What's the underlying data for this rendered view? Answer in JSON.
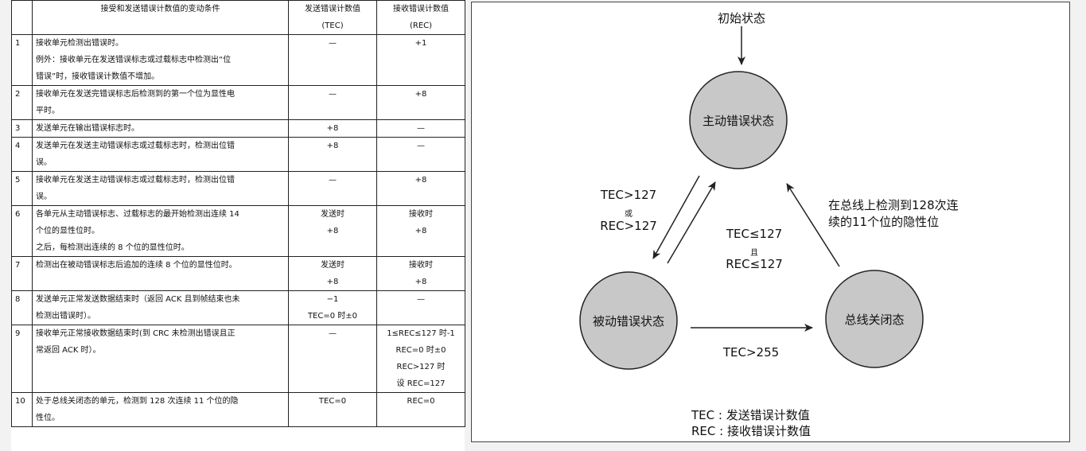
{
  "table": {
    "headers": {
      "condition": "接受和发送错误计数值的变动条件",
      "tec_line1": "发送错误计数值",
      "tec_line2": "(TEC)",
      "rec_line1": "接收错误计数值",
      "rec_line2": "(REC)"
    },
    "rows": [
      {
        "num": "1",
        "cond": [
          "接收单元检测出错误时。",
          "例外：接收单元在发送错误标志或过载标志中检测出“位",
          "错误”时，接收错误计数值不增加。"
        ],
        "tec": [
          "—"
        ],
        "rec": [
          "+1"
        ]
      },
      {
        "num": "2",
        "cond": [
          "接收单元在发送完错误标志后检测到的第一个位为显性电",
          "平时。"
        ],
        "tec": [
          "—"
        ],
        "rec": [
          "+8"
        ]
      },
      {
        "num": "3",
        "cond": [
          "发送单元在输出错误标志时。"
        ],
        "tec": [
          "+8"
        ],
        "rec": [
          "—"
        ]
      },
      {
        "num": "4",
        "cond": [
          "发送单元在发送主动错误标志或过载标志时，检测出位错",
          "误。"
        ],
        "tec": [
          "+8"
        ],
        "rec": [
          "—"
        ]
      },
      {
        "num": "5",
        "cond": [
          "接收单元在发送主动错误标志或过载标志时，检测出位错",
          "误。"
        ],
        "tec": [
          "—"
        ],
        "rec": [
          "+8"
        ]
      },
      {
        "num": "6",
        "cond": [
          "各单元从主动错误标志、过载标志的最开始检测出连续 14",
          "个位的显性位时。",
          "之后，每检测出连续的 8 个位的显性位时。"
        ],
        "tec": [
          "发送时",
          "+8"
        ],
        "rec": [
          "接收时",
          "+8"
        ]
      },
      {
        "num": "7",
        "cond": [
          "检测出在被动错误标志后追加的连续 8 个位的显性位时。"
        ],
        "tec": [
          "发送时",
          "+8"
        ],
        "rec": [
          "接收时",
          "+8"
        ]
      },
      {
        "num": "8",
        "cond": [
          "发送单元正常发送数据结束时（返回 ACK 且到帧结束也未",
          "检测出错误时）。"
        ],
        "tec": [
          "−1",
          "TEC=0 时±0"
        ],
        "rec": [
          "—"
        ]
      },
      {
        "num": "9",
        "cond": [
          "接收单元正常接收数据结束时(到 CRC 未检测出错误且正",
          "常返回 ACK 时）。"
        ],
        "tec": [
          "—"
        ],
        "rec": [
          "1≤REC≤127 时-1",
          "REC=0 时±0",
          "REC>127 时",
          "设 REC=127"
        ]
      },
      {
        "num": "10",
        "cond": [
          "处于总线关闭态的单元，检测到 128 次连续 11 个位的隐",
          "性位。"
        ],
        "tec": [
          "TEC=0"
        ],
        "rec": [
          "REC=0"
        ]
      }
    ]
  },
  "diagram": {
    "initial_state": "初始状态",
    "states": {
      "active": "主动错误状态",
      "passive": "被动错误状态",
      "busoff": "总线关闭态"
    },
    "transitions": {
      "to_passive_1": "TEC>127",
      "to_passive_or": "或",
      "to_passive_2": "REC>127",
      "to_active_1": "TEC≤127",
      "to_active_and": "且",
      "to_active_2": "REC≤127",
      "to_busoff": "TEC>255",
      "recover_1": "在总线上检测到128次连",
      "recover_2": "续的11个位的隐性位"
    },
    "legend": {
      "tec": "TEC : 发送错误计数值",
      "rec": "REC : 接收错误计数值"
    },
    "colors": {
      "state_fill": "#c8c8c8",
      "stroke": "#222222"
    }
  }
}
